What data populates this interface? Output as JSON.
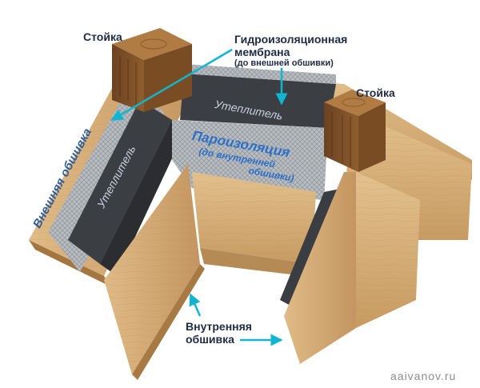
{
  "labels": {
    "post_left": "Стойка",
    "post_right": "Стойка",
    "membrane_line1": "Гидроизоляционная",
    "membrane_line2": "мембрана",
    "membrane_line3": "(до внешней обшивки)",
    "outer_sheathing": "Внешняя обшивка",
    "insulation_left": "Утеплитель",
    "insulation_top": "Утеплитель",
    "vapor_line1": "Пароизоляция",
    "vapor_line2": "(до внутренней",
    "vapor_line3": "обшивки)",
    "inner_line1": "Внутренняя",
    "inner_line2": "обшивка",
    "watermark": "aaivanov.ru"
  },
  "colors": {
    "arrow": "#12b5cf",
    "wood_light": "#d8b47e",
    "wood_dark": "#8a5a2b",
    "insulation": "#3a3d42",
    "membrane": "#bfc3c7",
    "label_blue": "#2d5d9b"
  }
}
